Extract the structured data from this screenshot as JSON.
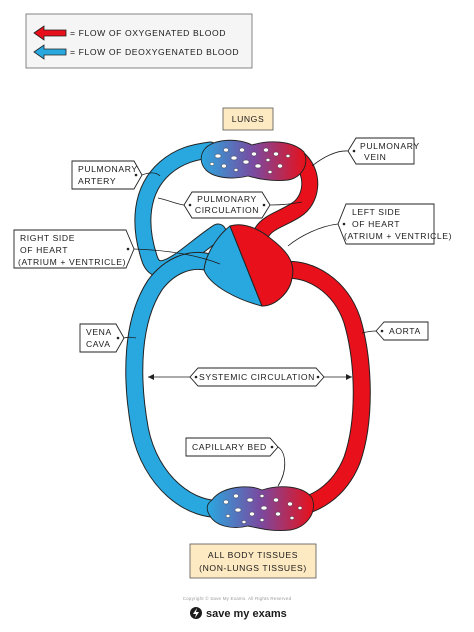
{
  "legend": {
    "oxygenated": "= FLOW  OF  OXYGENATED   BLOOD",
    "deoxygenated": "= FLOW  OF  DEOXYGENATED  BLOOD"
  },
  "labels": {
    "lungs": "LUNGS",
    "pulmonary_artery": [
      "PULMONARY",
      "ARTERY"
    ],
    "pulmonary_vein": [
      "PULMONARY",
      "VEIN"
    ],
    "pulmonary_circulation": [
      "PULMONARY",
      "CIRCULATION"
    ],
    "left_side": [
      "LEFT  SIDE",
      "OF  HEART",
      "(ATRIUM + VENTRICLE)"
    ],
    "right_side": [
      "RIGHT SIDE",
      "OF  HEART",
      "(ATRIUM + VENTRICLE)"
    ],
    "vena_cava": [
      "VENA",
      "CAVA"
    ],
    "aorta": "AORTA",
    "systemic_circulation": "SYSTEMIC  CIRCULATION",
    "capillary_bed": "CAPILLARY BED",
    "body_tissues": [
      "ALL  BODY  TISSUES",
      "(NON-LUNGS  TISSUES)"
    ]
  },
  "footer": {
    "copyright": "Copyright © Save My Exams. All Rights Reserved",
    "brand": "save my exams"
  },
  "colors": {
    "oxygenated": "#e8101a",
    "deoxygenated": "#29a8e0",
    "mixed": "#7a4aa0",
    "label_box": "#fde9c2"
  }
}
